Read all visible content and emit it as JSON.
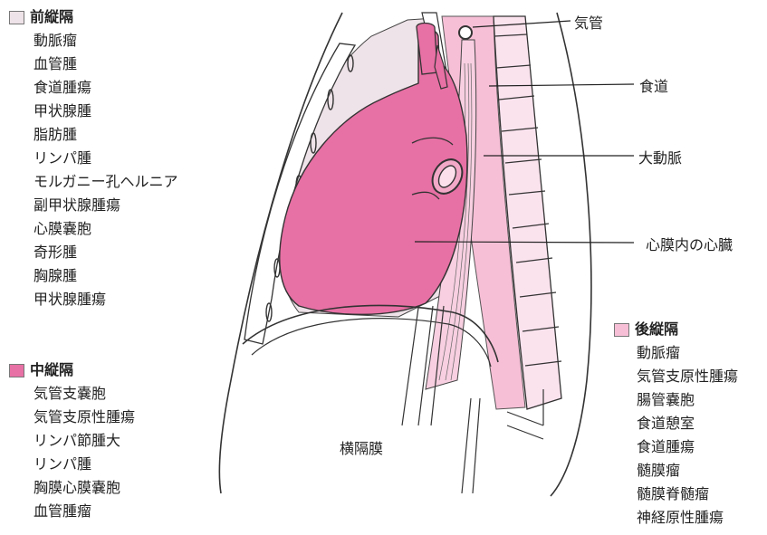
{
  "legend": {
    "anterior": {
      "title": "前縦隔",
      "color": "#eee3e8",
      "items": [
        "動脈瘤",
        "血管腫",
        "食道腫瘍",
        "甲状腺腫",
        "脂肪腫",
        "リンパ腫",
        "モルガニー孔ヘルニア",
        "副甲状腺腫瘍",
        "心膜嚢胞",
        "奇形腫",
        "胸腺腫",
        "甲状腺腫瘍"
      ]
    },
    "middle": {
      "title": "中縦隔",
      "color": "#e770a4",
      "items": [
        "気管支嚢胞",
        "気管支原性腫瘍",
        "リンパ節腫大",
        "リンパ腫",
        "胸膜心膜嚢胞",
        "血管腫瘤"
      ]
    },
    "posterior": {
      "title": "後縦隔",
      "color": "#f7bfd6",
      "items": [
        "動脈瘤",
        "気管支原性腫瘍",
        "腸管嚢胞",
        "食道憩室",
        "食道腫瘍",
        "髄膜瘤",
        "髄膜脊髄瘤",
        "神経原性腫瘍"
      ]
    }
  },
  "labels": {
    "trachea": "気管",
    "esophagus": "食道",
    "aorta": "大動脈",
    "heart": "心膜内の心臓",
    "diaphragm": "横隔膜"
  }
}
